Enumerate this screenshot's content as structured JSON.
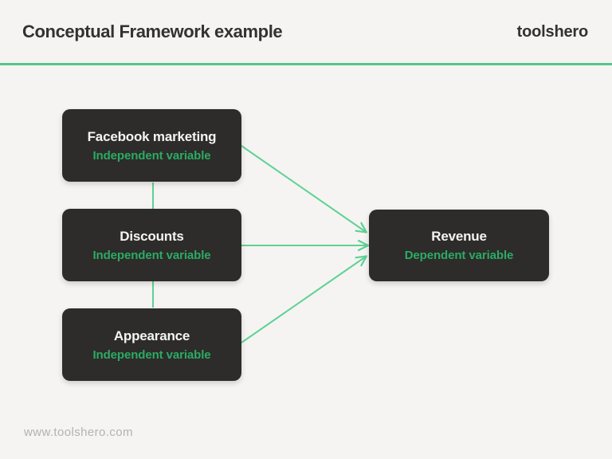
{
  "header": {
    "title": "Conceptual Framework example",
    "brand": "toolshero"
  },
  "diagram": {
    "nodes": [
      {
        "label": "Facebook marketing",
        "sublabel": "Independent variable"
      },
      {
        "label": "Discounts",
        "sublabel": "Independent variable"
      },
      {
        "label": "Appearance",
        "sublabel": "Independent variable"
      },
      {
        "label": "Revenue",
        "sublabel": "Dependent variable"
      }
    ],
    "edges": [
      {
        "from": "Facebook marketing",
        "to": "Revenue",
        "type": "arrow"
      },
      {
        "from": "Discounts",
        "to": "Revenue",
        "type": "arrow"
      },
      {
        "from": "Appearance",
        "to": "Revenue",
        "type": "arrow"
      },
      {
        "from": "Facebook marketing",
        "to": "Discounts",
        "type": "line"
      },
      {
        "from": "Discounts",
        "to": "Appearance",
        "type": "line"
      }
    ]
  },
  "footer": {
    "url": "www.toolshero.com"
  },
  "colors": {
    "accent_green": "#2bab63",
    "arrow_green": "#5fd195",
    "divider_green": "#54c78c",
    "node_bg": "#2d2c2a",
    "page_bg": "#f5f4f2"
  }
}
